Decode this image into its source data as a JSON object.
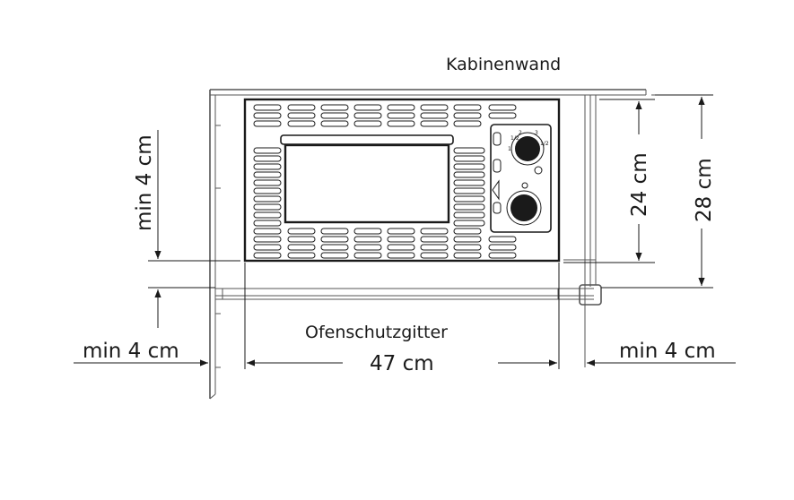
{
  "labels": {
    "cabin_wall": "Kabinenwand",
    "oven_guard": "Ofenschutzgitter",
    "width": "47 cm",
    "min_top": "min 4 cm",
    "min_left": "min 4 cm",
    "min_right": "min 4 cm",
    "oven_height": "24 cm",
    "total_height": "28 cm"
  },
  "dial_top": {
    "marks": [
      "1/2",
      "1",
      "2",
      "3",
      "1/2"
    ]
  }
}
